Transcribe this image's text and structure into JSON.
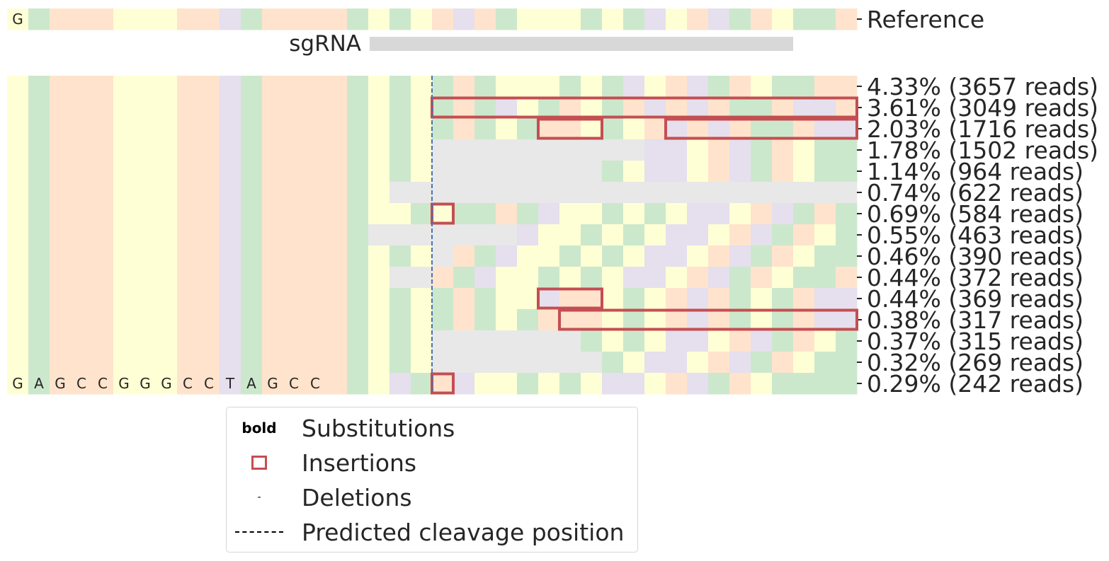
{
  "chart_data": {
    "type": "heatmap",
    "reference_label": "Reference",
    "sgrna_label": "sgRNA",
    "sgrna_span": [
      17,
      37
    ],
    "cleavage_after_column": 20,
    "num_columns": 40,
    "nucleotide_colors": {
      "A": "#cce8cc",
      "C": "#ffe3cc",
      "G": "#ffffd5",
      "T": "#e5dfee",
      "-": "#e8e8e8"
    },
    "reference_row": {
      "colors": "GACCCGGGCCTACCCCAGAGCTCAGGGAGATGCTACGAAC",
      "letters_shown": [
        [
          0,
          "G"
        ]
      ]
    },
    "rows": [
      {
        "label": "4.33% (3657 reads)",
        "percent": 4.33,
        "reads": 3657,
        "colors": "GACCCGGGCCTACCCCAGAGACAGGGAGATGCTACGAAC",
        "insertions": []
      },
      {
        "label": "3.61% (3049 reads)",
        "percent": 3.61,
        "reads": 3049,
        "colors": "GACCCGGGCCTACCCCAGAGACATGACGACTCTCAACTTC",
        "insertions": [
          [
            20,
            40
          ]
        ]
      },
      {
        "label": "2.03% (1716 reads)",
        "percent": 2.03,
        "reads": 1716,
        "colors": "GACCCGGGCCTACCCCAGAGACAGACCGAGCTCTCAACTTC",
        "insertions": [
          [
            25,
            28
          ],
          [
            31,
            40
          ]
        ]
      },
      {
        "label": "1.78% (1502 reads)",
        "percent": 1.78,
        "reads": 1502,
        "colors": "GACCCGGGCCTACCCCAGAG----------TTGCTACGAAC",
        "insertions": []
      },
      {
        "label": "1.14% (964 reads)",
        "percent": 1.14,
        "reads": 964,
        "colors": "GACCCGGGCCTACCCCAGAG--------AGTTGCTACGAAC",
        "insertions": []
      },
      {
        "label": "0.74% (622 reads)",
        "percent": 0.74,
        "reads": 622,
        "colors": "GACCCGGGCCTACCCCAG-----------------------AC",
        "insertions": []
      },
      {
        "label": "0.69% (584 reads)",
        "percent": 0.69,
        "reads": 584,
        "colors": "GACCCGGGCCTACCCCAGGAGAACATGGAGAGTTGCTACAA",
        "insertions": [
          [
            20,
            21
          ]
        ]
      },
      {
        "label": "0.55% (463 reads)",
        "percent": 0.55,
        "reads": 463,
        "colors": "GACCCGGGCCTACCCCA-------TGGAGAGTTGCTACGAC",
        "insertions": []
      },
      {
        "label": "0.46% (390 reads)",
        "percent": 0.46,
        "reads": 390,
        "colors": "GACCCGGGCCTACCCCAGAG-CATGGAGAGTTGCTACGAAC",
        "insertions": []
      },
      {
        "label": "0.44% (372 reads)",
        "percent": 0.44,
        "reads": 372,
        "colors": "GACCCGGGCCTACCCCAG--CATGGAGAGTTGCTACGAAC",
        "insertions": []
      },
      {
        "label": "0.44% (369 reads)",
        "percent": 0.44,
        "reads": 369,
        "colors": "GACCCGGGCCTACCCCAGAGACAGGTCCGAGCTCAGACTTC",
        "insertions": [
          [
            25,
            28
          ]
        ]
      },
      {
        "label": "0.38% (317 reads)",
        "percent": 0.38,
        "reads": 317,
        "colors": "GACCCGGGCCTACCCCAGAGACAGACCCGAGCTCAGACTTC",
        "insertions": [
          [
            26,
            40
          ]
        ]
      },
      {
        "label": "0.37% (315 reads)",
        "percent": 0.37,
        "reads": 315,
        "colors": "GACCCGGGCCTACCCCAGAG-------AGAGTTGCTACGAAC",
        "insertions": []
      },
      {
        "label": "0.32% (269 reads)",
        "percent": 0.32,
        "reads": 269,
        "colors": "GACCCGGGCCTACCCCAGAG--------AGTTGCTACGAAC",
        "insertions": []
      },
      {
        "label": "0.29% (242 reads)",
        "percent": 0.29,
        "reads": 242,
        "colors": "GACCCGGGCCTACCCCAGTACTGGAGAGTTGCTACGAA",
        "insertions": [
          [
            20,
            21
          ]
        ],
        "letters_shown": [
          [
            0,
            "G"
          ],
          [
            1,
            "A"
          ],
          [
            2,
            "G"
          ],
          [
            3,
            "C"
          ],
          [
            4,
            "C"
          ],
          [
            5,
            "G"
          ],
          [
            6,
            "G"
          ],
          [
            7,
            "G"
          ],
          [
            8,
            "C"
          ],
          [
            9,
            "C"
          ],
          [
            10,
            "T"
          ],
          [
            11,
            "A"
          ],
          [
            12,
            "G"
          ],
          [
            13,
            "C"
          ],
          [
            14,
            "C"
          ]
        ]
      }
    ]
  },
  "legend": {
    "items": [
      {
        "key": "bold",
        "label": "Substitutions"
      },
      {
        "key": "",
        "label": "Insertions"
      },
      {
        "key": "-",
        "label": "Deletions"
      },
      {
        "key": "",
        "label": "Predicted cleavage position"
      }
    ]
  },
  "colors": {
    "insertion_box": "#c44e52",
    "cleavage_line": "#4c72b0",
    "sgrna_bar": "#d8d8d8"
  }
}
